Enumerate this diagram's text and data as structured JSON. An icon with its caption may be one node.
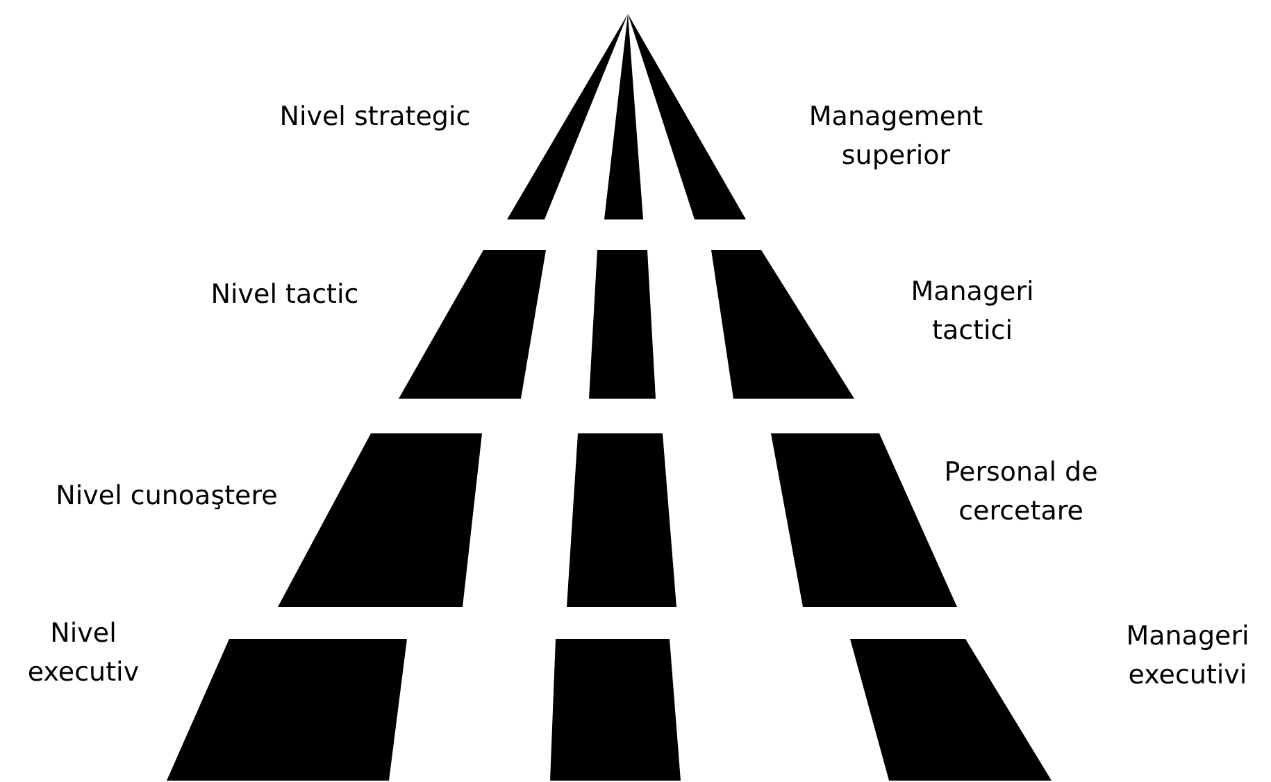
{
  "diagram": {
    "labels": [
      "Nivel strategic",
      "Management superior",
      "Nivel tactic",
      "Manageri tactici",
      "Nivel cunoaştere",
      "Personal de cercetare",
      "Nivel executiv",
      "Manageri executivi"
    ]
  }
}
